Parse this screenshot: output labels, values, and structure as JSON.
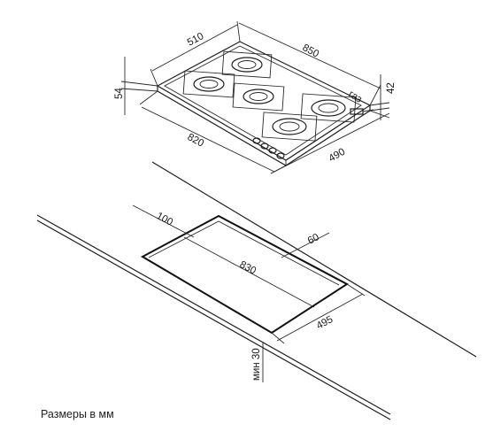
{
  "hob": {
    "depth_top": "510",
    "width_top": "850",
    "height_left": "54",
    "height_right": "42",
    "gas_label": "газ",
    "width_bottom": "820",
    "depth_bottom": "490"
  },
  "cutout": {
    "offset_back": "100",
    "offset_side": "60",
    "width": "830",
    "depth": "495",
    "min_thickness": "мин 30"
  },
  "caption": "Размеры в мм",
  "colors": {
    "line": "#1f1f1f",
    "background": "#ffffff"
  }
}
